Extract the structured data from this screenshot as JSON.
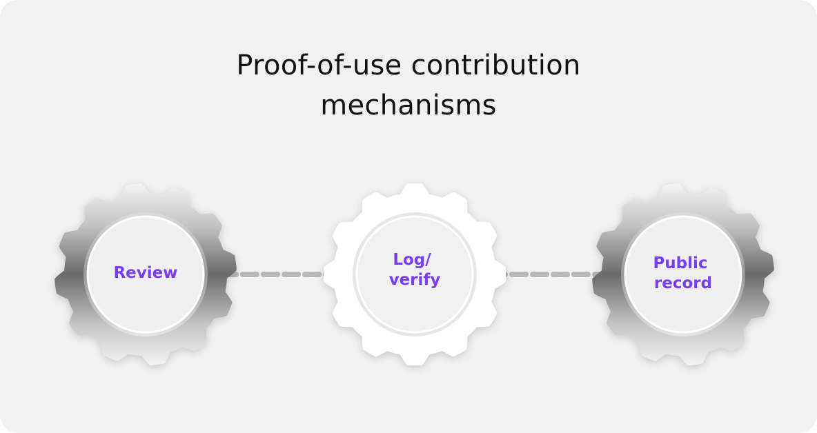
{
  "title": {
    "line1": "Proof-of-use contribution",
    "line2": "mechanisms"
  },
  "nodes": [
    {
      "id": "review",
      "lines": [
        "Review"
      ],
      "style": "dark"
    },
    {
      "id": "log-verify",
      "lines": [
        "Log/",
        "verify"
      ],
      "style": "light"
    },
    {
      "id": "public-record",
      "lines": [
        "Public",
        "record"
      ],
      "style": "dark"
    }
  ],
  "colors": {
    "background": "#f1f1f2",
    "label": "#7a3cf0",
    "connector": "#b8b8b8"
  },
  "icons": [
    "gear-icon"
  ]
}
